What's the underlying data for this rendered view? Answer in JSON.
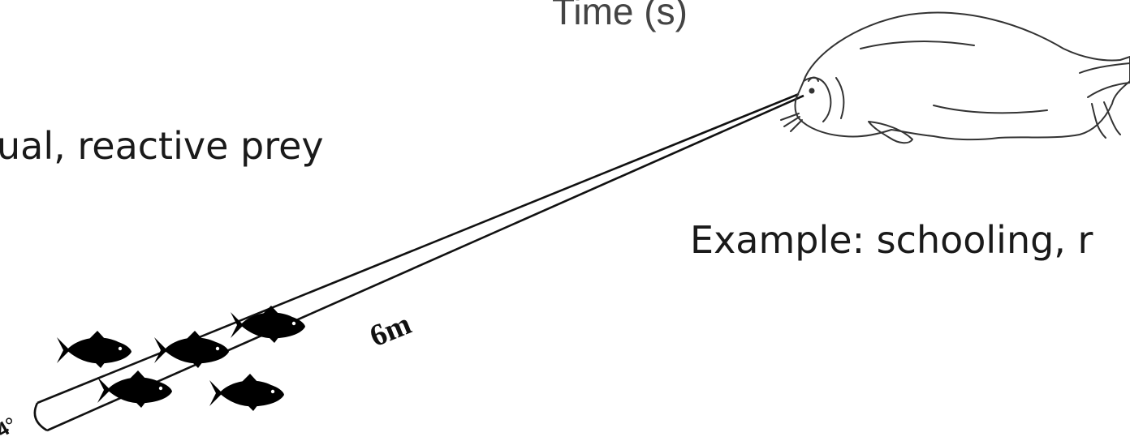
{
  "axis_fragment": "Time (s)",
  "caption_left": "ual, reactive prey",
  "caption_right": "Example: schooling, r",
  "beam_length_label": "6m",
  "beam_angle_label": "4°",
  "colors": {
    "ink": "#111111",
    "seal_outline": "#333333",
    "fish": "#000000"
  },
  "icons": [
    "seal-illustration",
    "fish-silhouette"
  ]
}
